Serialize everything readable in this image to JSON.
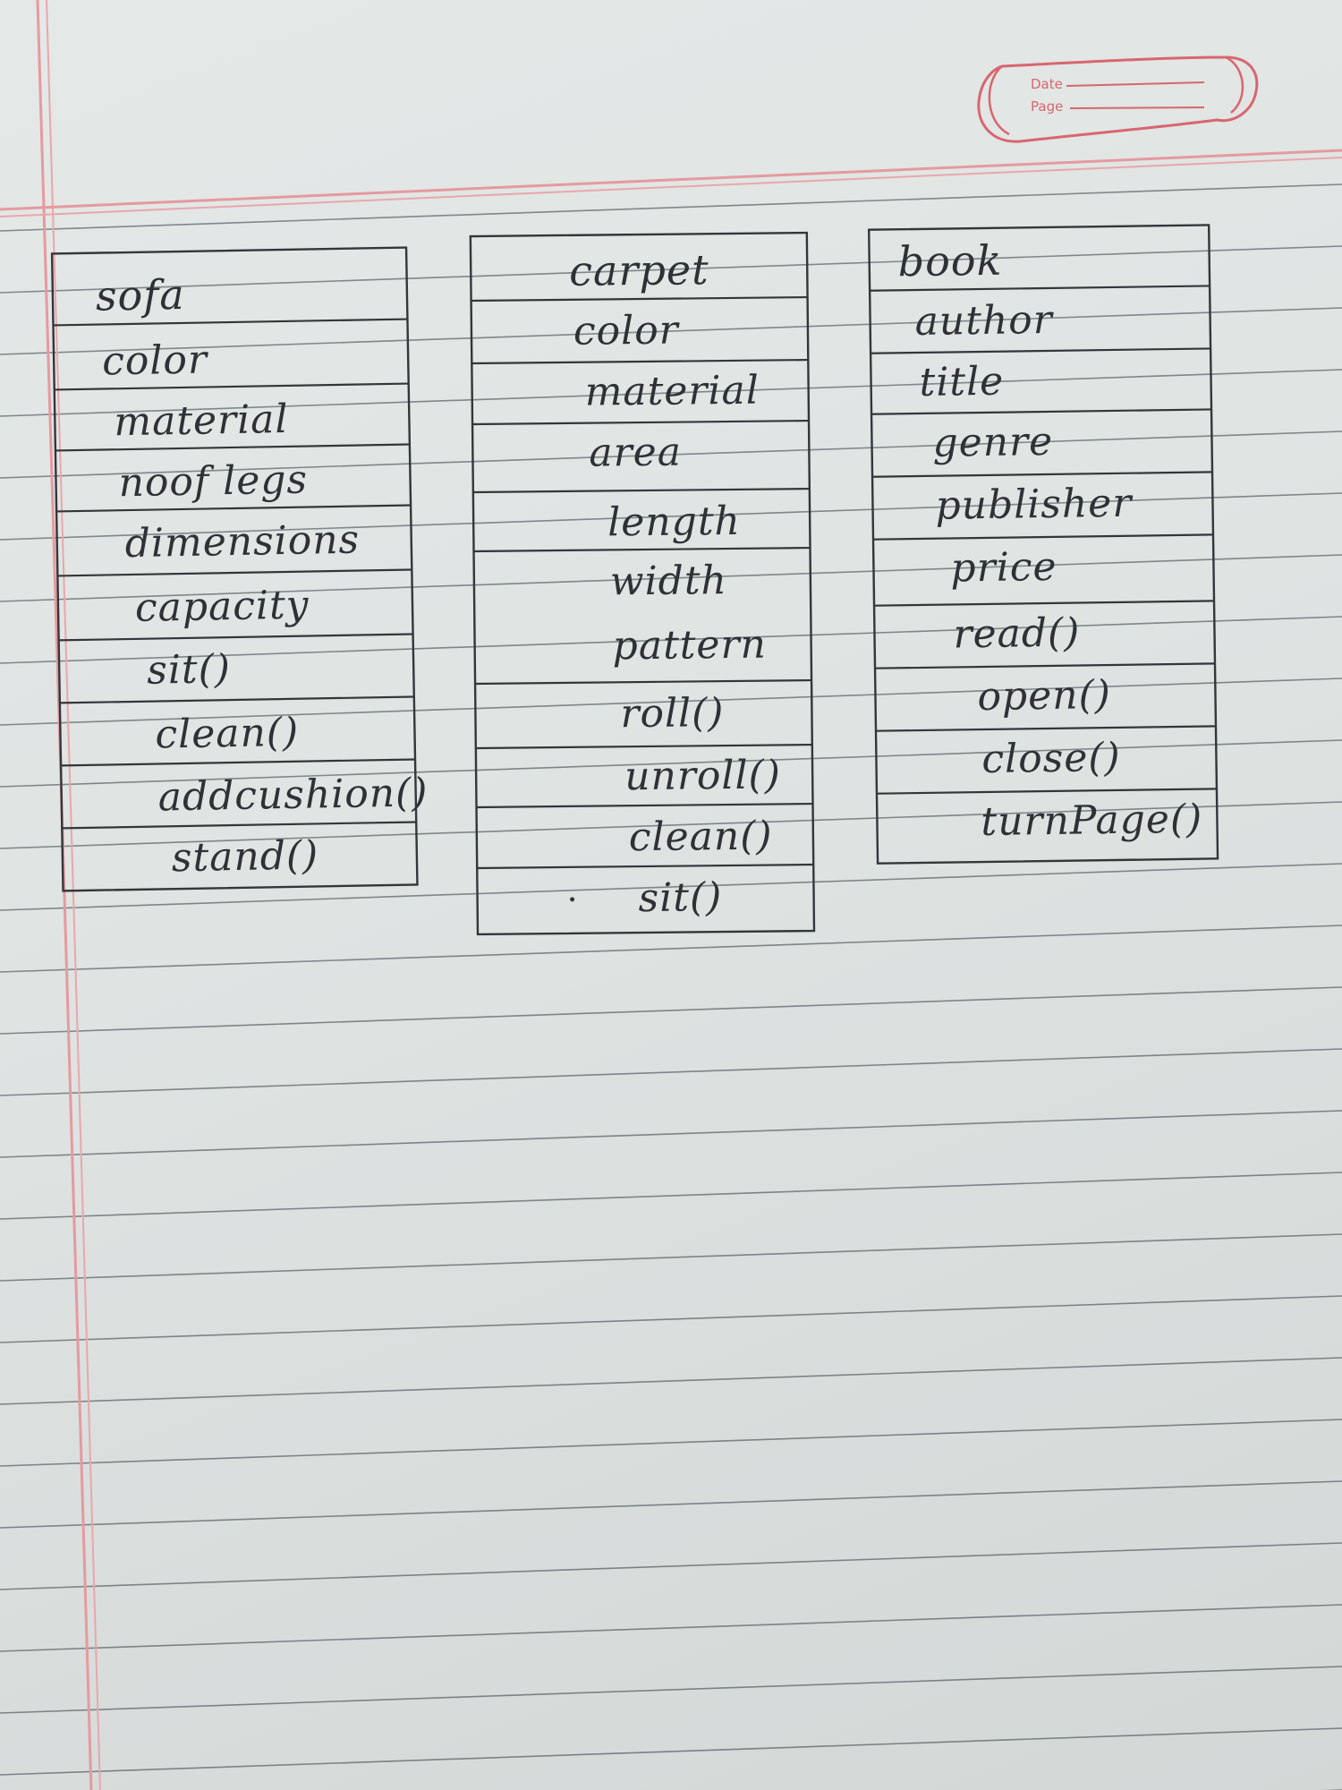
{
  "stamp": {
    "date_label": "Date",
    "page_label": "Page"
  },
  "tables": [
    {
      "title": "sofa",
      "attributes": [
        "color",
        "material",
        "noof legs",
        "dimensions",
        "capacity"
      ],
      "methods": [
        "sit()",
        "clean()",
        "addcushion()",
        "stand()"
      ]
    },
    {
      "title": "carpet",
      "attributes": [
        "color",
        "material",
        "area",
        "length",
        "width",
        "pattern"
      ],
      "methods": [
        "roll()",
        "unroll()",
        "clean()",
        "sit()"
      ]
    },
    {
      "title": "book",
      "attributes": [
        "author",
        "title",
        "genre",
        "publisher",
        "price"
      ],
      "methods": [
        "read()",
        "open()",
        "close()",
        "turnPage()"
      ]
    }
  ],
  "colors": {
    "margin_line": "#e59aa0",
    "ruled_line": "#2e3a40",
    "ink": "#2f3136",
    "paper": "#e1e5e4"
  }
}
